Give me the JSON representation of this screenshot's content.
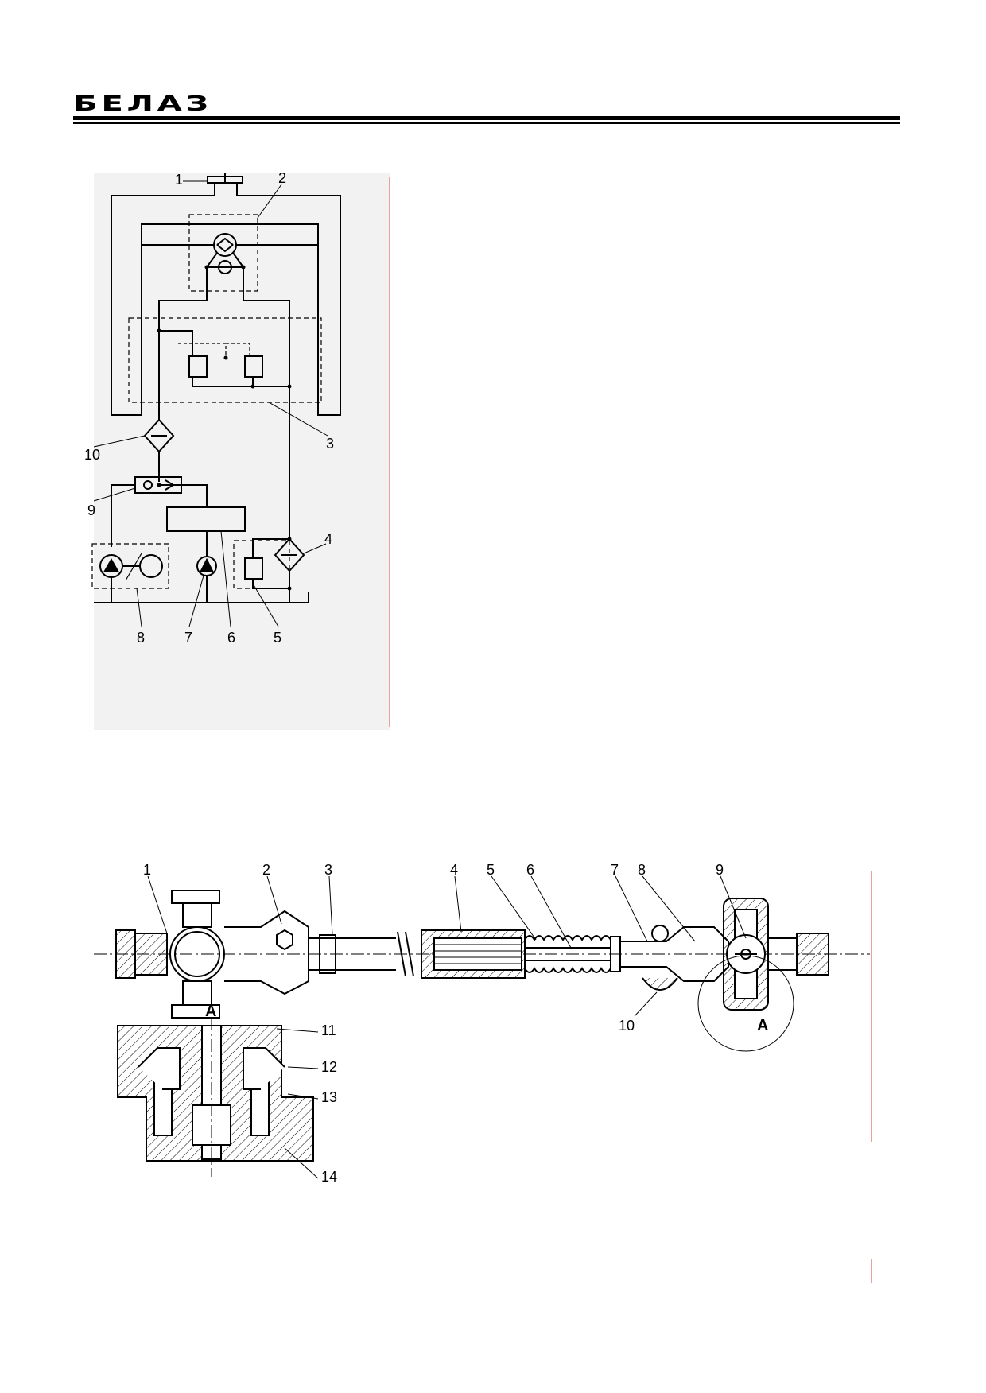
{
  "header": {
    "logo_text": "БЕЛАЗ"
  },
  "figure1": {
    "labels": [
      "1",
      "2",
      "3",
      "4",
      "5",
      "6",
      "7",
      "8",
      "9",
      "10"
    ]
  },
  "figure2": {
    "labels": [
      "1",
      "2",
      "3",
      "4",
      "5",
      "6",
      "7",
      "8",
      "9",
      "10",
      "11",
      "12",
      "13",
      "14"
    ],
    "section_marker_top": "A",
    "section_marker_bottom": "A"
  }
}
